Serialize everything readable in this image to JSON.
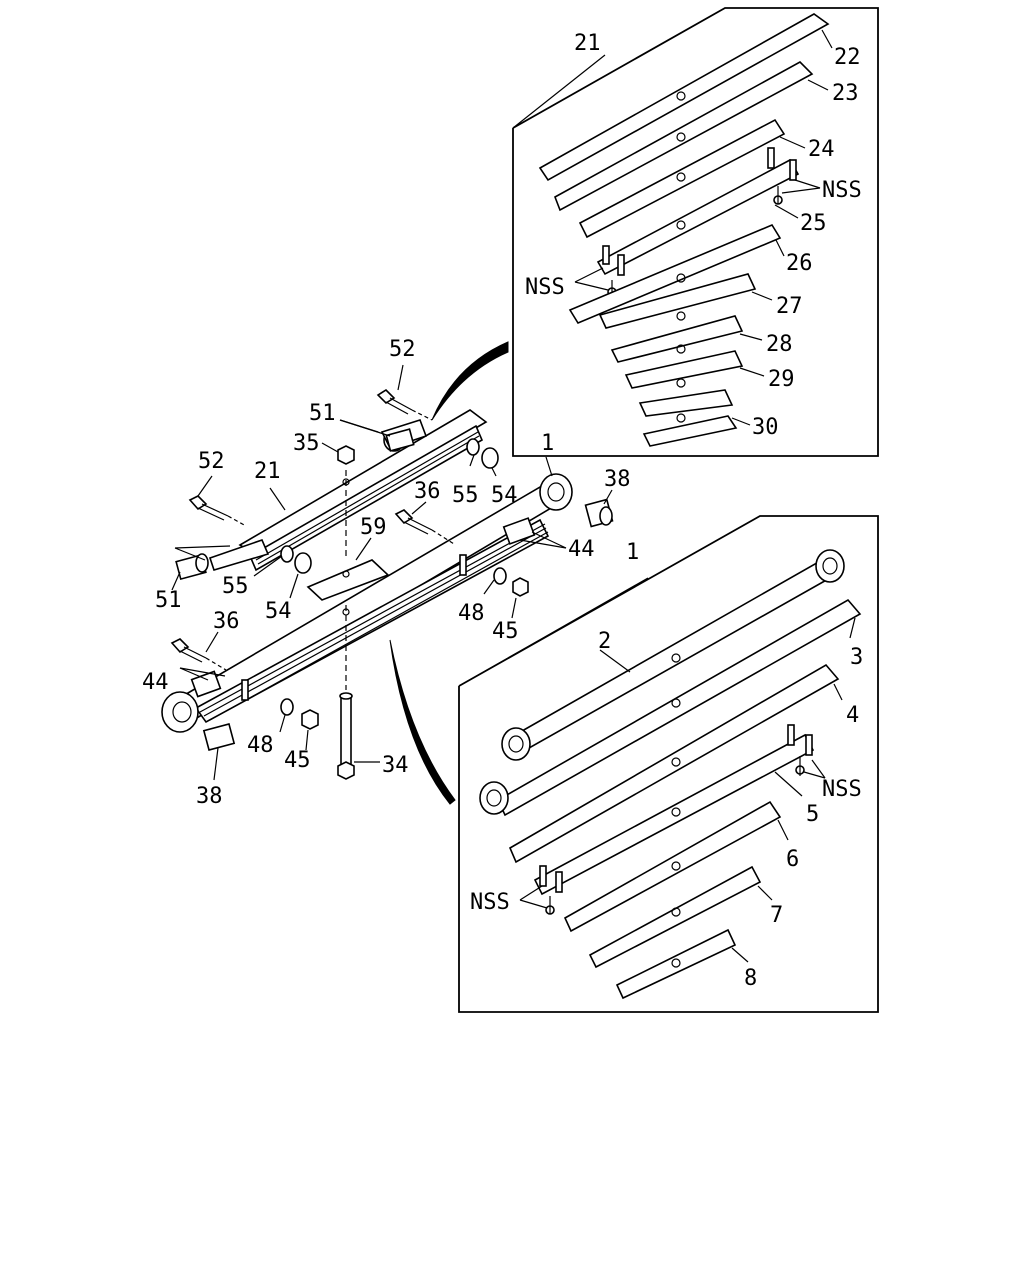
{
  "diagram": {
    "callouts_main": [
      {
        "id": "c52a",
        "text": "52"
      },
      {
        "id": "c51a",
        "text": "51"
      },
      {
        "id": "c35",
        "text": "35"
      },
      {
        "id": "c52b",
        "text": "52"
      },
      {
        "id": "c21m",
        "text": "21"
      },
      {
        "id": "c55a",
        "text": "55"
      },
      {
        "id": "c54a",
        "text": "54"
      },
      {
        "id": "c1m",
        "text": "1"
      },
      {
        "id": "c38a",
        "text": "38"
      },
      {
        "id": "c36a",
        "text": "36"
      },
      {
        "id": "c59",
        "text": "59"
      },
      {
        "id": "c44a",
        "text": "44"
      },
      {
        "id": "c51b",
        "text": "51"
      },
      {
        "id": "c55b",
        "text": "55"
      },
      {
        "id": "c54b",
        "text": "54"
      },
      {
        "id": "c48a",
        "text": "48"
      },
      {
        "id": "c45a",
        "text": "45"
      },
      {
        "id": "c36b",
        "text": "36"
      },
      {
        "id": "c44b",
        "text": "44"
      },
      {
        "id": "c48b",
        "text": "48"
      },
      {
        "id": "c45b",
        "text": "45"
      },
      {
        "id": "c34",
        "text": "34"
      },
      {
        "id": "c38b",
        "text": "38"
      }
    ],
    "callouts_upper": [
      {
        "id": "u21",
        "text": "21"
      },
      {
        "id": "u22",
        "text": "22"
      },
      {
        "id": "u23",
        "text": "23"
      },
      {
        "id": "u24",
        "text": "24"
      },
      {
        "id": "unss1",
        "text": "NSS"
      },
      {
        "id": "u25",
        "text": "25"
      },
      {
        "id": "u26",
        "text": "26"
      },
      {
        "id": "unss2",
        "text": "NSS"
      },
      {
        "id": "u27",
        "text": "27"
      },
      {
        "id": "u28",
        "text": "28"
      },
      {
        "id": "u29",
        "text": "29"
      },
      {
        "id": "u30",
        "text": "30"
      }
    ],
    "callouts_lower": [
      {
        "id": "l1",
        "text": "1"
      },
      {
        "id": "l2",
        "text": "2"
      },
      {
        "id": "l3",
        "text": "3"
      },
      {
        "id": "l4",
        "text": "4"
      },
      {
        "id": "lnss1",
        "text": "NSS"
      },
      {
        "id": "l5",
        "text": "5"
      },
      {
        "id": "l6",
        "text": "6"
      },
      {
        "id": "lnss2",
        "text": "NSS"
      },
      {
        "id": "l7",
        "text": "7"
      },
      {
        "id": "l8",
        "text": "8"
      }
    ]
  }
}
